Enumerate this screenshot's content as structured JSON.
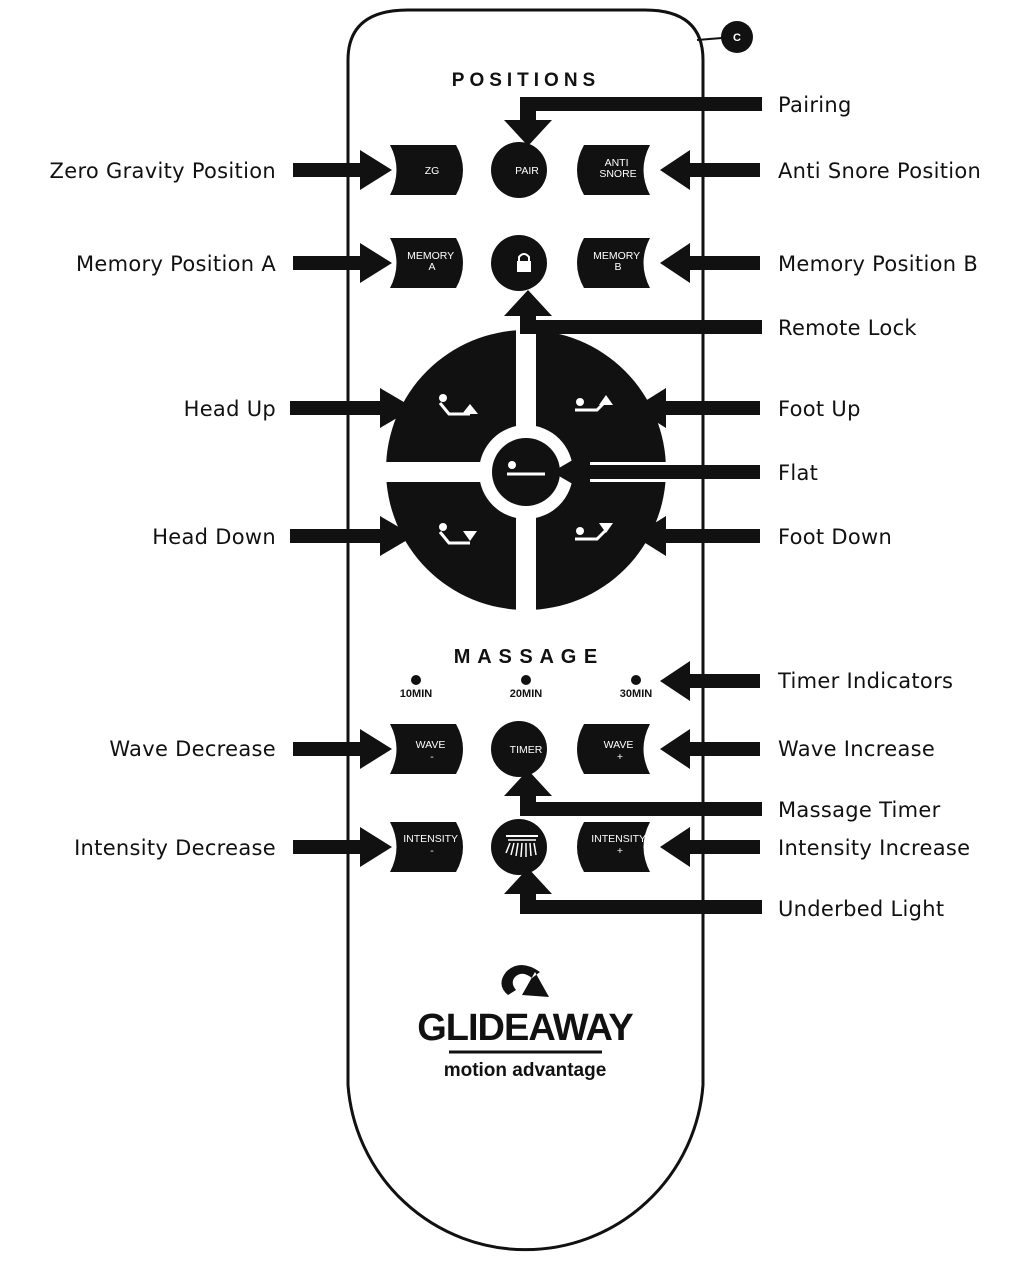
{
  "remote": {
    "badge": "C",
    "positions_title": "POSITIONS",
    "massage_title": "M A S S A G E",
    "buttons": {
      "zg": [
        "ZG"
      ],
      "pair": [
        "PAIR"
      ],
      "anti_snore": [
        "ANTI",
        "SNORE"
      ],
      "memory_a": [
        "MEMORY",
        "A"
      ],
      "memory_b": [
        "MEMORY",
        "B"
      ],
      "wave_minus": [
        "WAVE",
        "-"
      ],
      "timer": [
        "TIMER"
      ],
      "wave_plus": [
        "WAVE",
        "+"
      ],
      "intensity_minus": [
        "INTENSITY",
        "-"
      ],
      "intensity_plus": [
        "INTENSITY",
        "+"
      ]
    },
    "timer_indicators": [
      "10MIN",
      "20MIN",
      "30MIN"
    ],
    "brand": {
      "name": "GLIDEAWAY",
      "tagline": "motion advantage"
    }
  },
  "callouts": {
    "pairing": "Pairing",
    "zero_gravity": "Zero Gravity Position",
    "anti_snore": "Anti Snore Position",
    "memory_a": "Memory Position A",
    "memory_b": "Memory Position B",
    "remote_lock": "Remote Lock",
    "head_up": "Head Up",
    "foot_up": "Foot Up",
    "flat": "Flat",
    "head_down": "Head Down",
    "foot_down": "Foot Down",
    "timer_indicators": "Timer Indicators",
    "wave_decrease": "Wave Decrease",
    "wave_increase": "Wave Increase",
    "massage_timer": "Massage Timer",
    "intensity_decrease": "Intensity Decrease",
    "intensity_increase": "Intensity Increase",
    "underbed_light": "Underbed Light"
  },
  "colors": {
    "ink": "#111111",
    "paper": "#ffffff"
  }
}
